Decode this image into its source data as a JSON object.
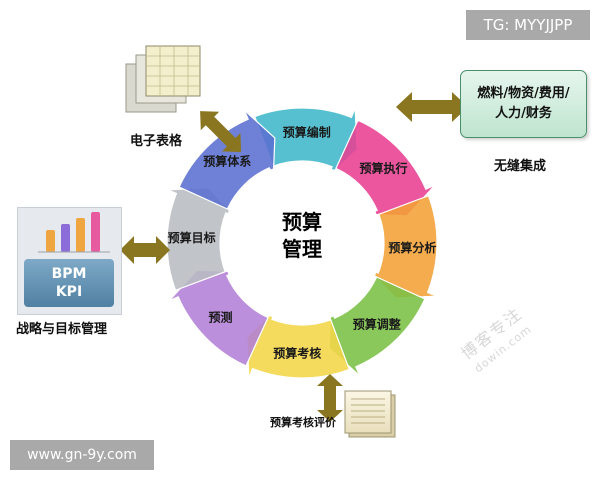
{
  "corner_tags": {
    "top_right": "TG: MYYJJPP",
    "bottom_left": "www.gn-9y.com"
  },
  "center": {
    "line1": "预算",
    "line2": "管理"
  },
  "cycle_segments": [
    {
      "label": "预算编制",
      "color": "#3fb7c9"
    },
    {
      "label": "预算执行",
      "color": "#e83f92"
    },
    {
      "label": "预算分析",
      "color": "#f2a135"
    },
    {
      "label": "预算调整",
      "color": "#7bc046"
    },
    {
      "label": "预算考核",
      "color": "#f3d648"
    },
    {
      "label": "预测",
      "color": "#b27fd6"
    },
    {
      "label": "预算目标",
      "color": "#b8bcc2"
    },
    {
      "label": "预算体系",
      "color": "#5b6fd0"
    }
  ],
  "spreadsheet": {
    "caption": "电子表格",
    "icon": "spreadsheet-icon"
  },
  "resources": {
    "line1": "燃料/物资/费用/",
    "line2": "人力/财务",
    "caption": "无缝集成"
  },
  "strategy": {
    "bpm": "BPM",
    "kpi": "KPI",
    "caption": "战略与目标管理",
    "bar_colors": [
      "#f0a640",
      "#8c6cd8",
      "#f0a640",
      "#e85aa0"
    ]
  },
  "evaluation": {
    "caption": "预算考核评价",
    "icon": "document-icon"
  },
  "arrows": {
    "color": "#8a7620"
  },
  "watermark": {
    "line1": "博客专注",
    "line2": "dowin.com"
  }
}
